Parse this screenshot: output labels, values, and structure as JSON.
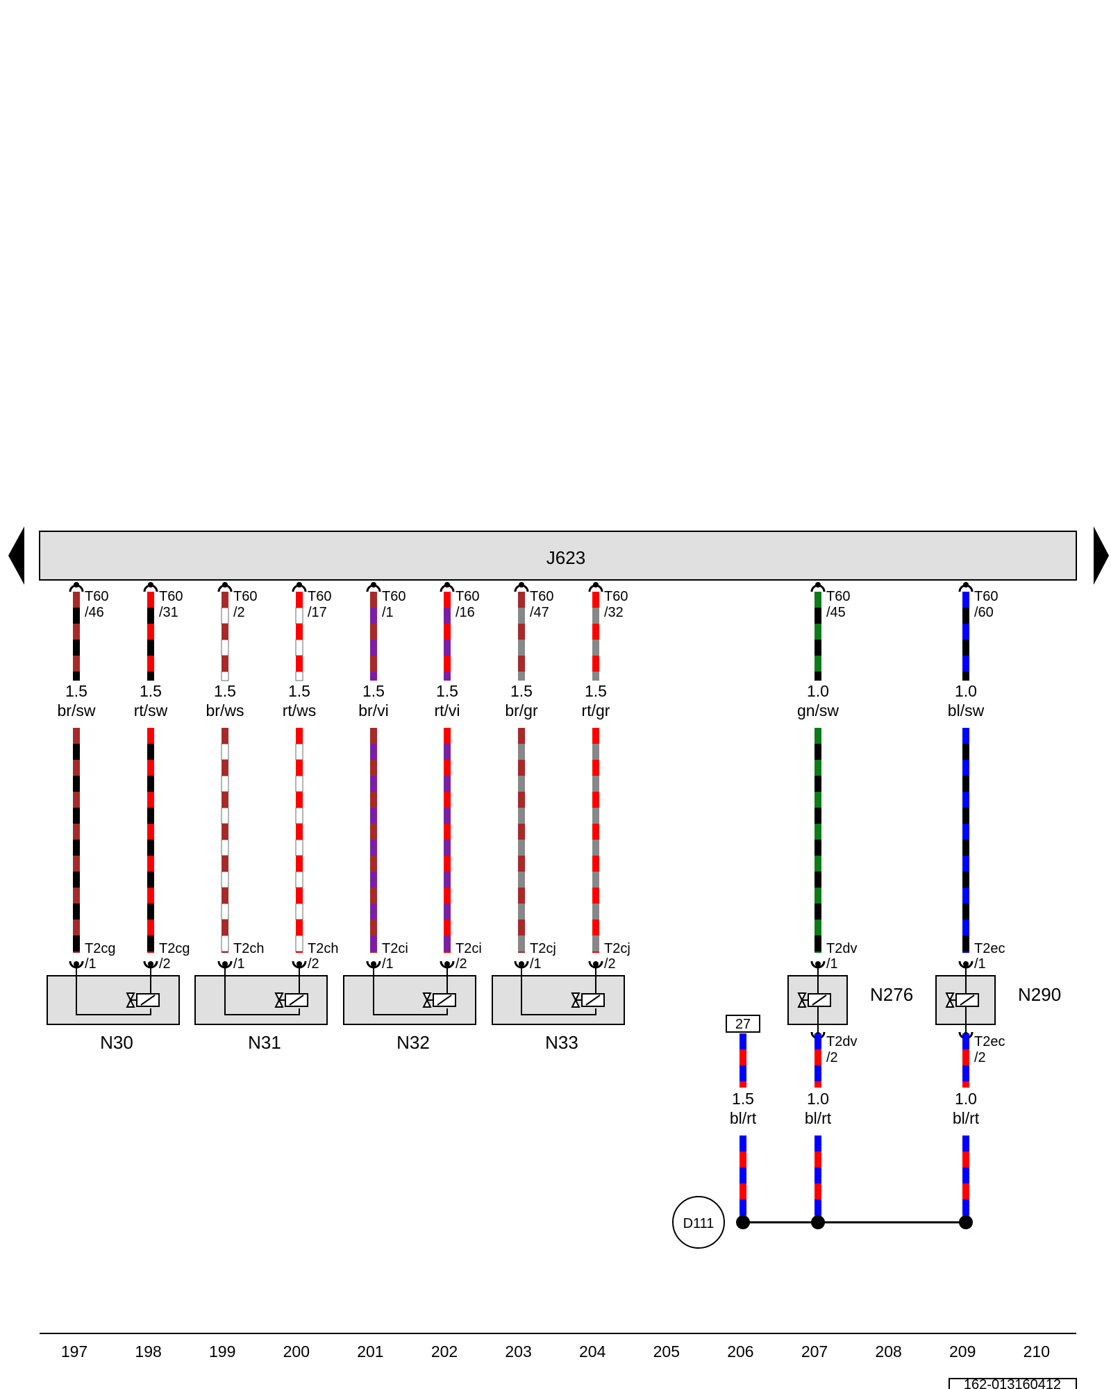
{
  "colors": {
    "br": "#a52a2a",
    "sw": "#000000",
    "rt": "#ff0000",
    "ws": "#ffffff",
    "vi": "#7b1fa2",
    "gr": "#888888",
    "gn": "#0f7a1a",
    "bl": "#0000ff",
    "housing": "#e0e0e0"
  },
  "control_unit": {
    "label": "J623"
  },
  "wires": [
    {
      "pin_top_a": "T60",
      "pin_top_b": "/46",
      "size": "1.5",
      "color_code": "br/sw",
      "c1": "br",
      "c2": "sw",
      "pin_bot_a": "T2cg",
      "pin_bot_b": "/1"
    },
    {
      "pin_top_a": "T60",
      "pin_top_b": "/31",
      "size": "1.5",
      "color_code": "rt/sw",
      "c1": "rt",
      "c2": "sw",
      "pin_bot_a": "T2cg",
      "pin_bot_b": "/2"
    },
    {
      "pin_top_a": "T60",
      "pin_top_b": "/2",
      "size": "1.5",
      "color_code": "br/ws",
      "c1": "br",
      "c2": "ws",
      "pin_bot_a": "T2ch",
      "pin_bot_b": "/1"
    },
    {
      "pin_top_a": "T60",
      "pin_top_b": "/17",
      "size": "1.5",
      "color_code": "rt/ws",
      "c1": "rt",
      "c2": "ws",
      "pin_bot_a": "T2ch",
      "pin_bot_b": "/2"
    },
    {
      "pin_top_a": "T60",
      "pin_top_b": "/1",
      "size": "1.5",
      "color_code": "br/vi",
      "c1": "br",
      "c2": "vi",
      "pin_bot_a": "T2ci",
      "pin_bot_b": "/1"
    },
    {
      "pin_top_a": "T60",
      "pin_top_b": "/16",
      "size": "1.5",
      "color_code": "rt/vi",
      "c1": "rt",
      "c2": "vi",
      "pin_bot_a": "T2ci",
      "pin_bot_b": "/2"
    },
    {
      "pin_top_a": "T60",
      "pin_top_b": "/47",
      "size": "1.5",
      "color_code": "br/gr",
      "c1": "br",
      "c2": "gr",
      "pin_bot_a": "T2cj",
      "pin_bot_b": "/1"
    },
    {
      "pin_top_a": "T60",
      "pin_top_b": "/32",
      "size": "1.5",
      "color_code": "rt/gr",
      "c1": "rt",
      "c2": "gr",
      "pin_bot_a": "T2cj",
      "pin_bot_b": "/2"
    },
    {
      "pin_top_a": "T60",
      "pin_top_b": "/45",
      "size": "1.0",
      "color_code": "gn/sw",
      "c1": "gn",
      "c2": "sw",
      "pin_bot_a": "T2dv",
      "pin_bot_b": "/1"
    },
    {
      "pin_top_a": "T60",
      "pin_top_b": "/60",
      "size": "1.0",
      "color_code": "bl/sw",
      "c1": "bl",
      "c2": "sw",
      "pin_bot_a": "T2ec",
      "pin_bot_b": "/1"
    }
  ],
  "valves": [
    {
      "label": "N30"
    },
    {
      "label": "N31"
    },
    {
      "label": "N32"
    },
    {
      "label": "N33"
    }
  ],
  "small_valves": [
    {
      "label": "N276"
    },
    {
      "label": "N290"
    }
  ],
  "lower_wires": [
    {
      "size": "1.5",
      "color_code": "bl/rt",
      "c1": "bl",
      "c2": "rt",
      "pin_a": "",
      "pin_b": "",
      "ref": "27"
    },
    {
      "size": "1.0",
      "color_code": "bl/rt",
      "c1": "bl",
      "c2": "rt",
      "pin_a": "T2dv",
      "pin_b": "/2",
      "ref": ""
    },
    {
      "size": "1.0",
      "color_code": "bl/rt",
      "c1": "bl",
      "c2": "rt",
      "pin_a": "T2ec",
      "pin_b": "/2",
      "ref": ""
    }
  ],
  "ground_connection": "D111",
  "columns": [
    "197",
    "198",
    "199",
    "200",
    "201",
    "202",
    "203",
    "204",
    "205",
    "206",
    "207",
    "208",
    "209",
    "210"
  ],
  "footer_code": "162-013160412"
}
